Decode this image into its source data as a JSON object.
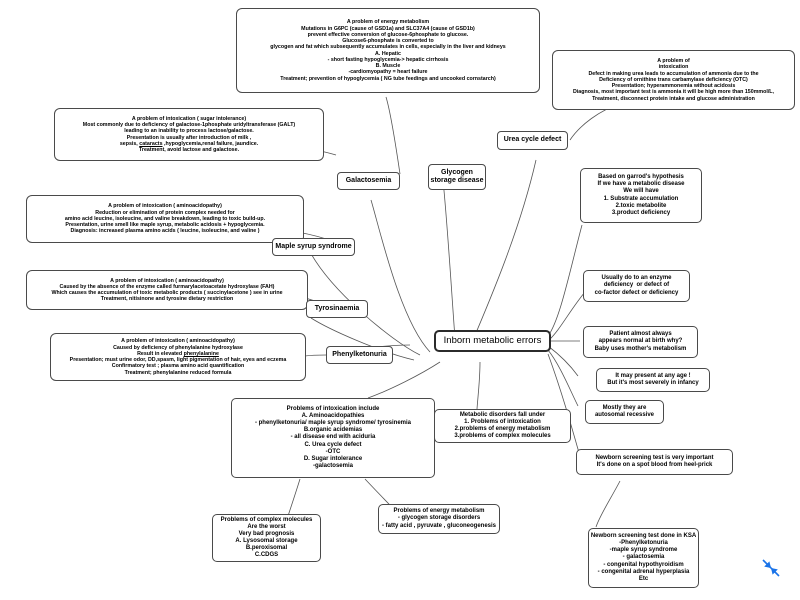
{
  "diagram": {
    "title": "Inborn metabolic errors",
    "center": {
      "label": "Inborn metabolic errors"
    },
    "topic_labels": {
      "glycogen": "Glycogen\nstorage disease",
      "urea": "Urea cycle defect",
      "galactosemia": "Galactosemia",
      "maple": "Maple syrup syndrome",
      "tyrosinaemia": "Tyrosinaemia",
      "phenylketonuria": "Phenylketonuria"
    },
    "details": {
      "glycogen_detail": "A problem of energy metabolism\nMutations in G6PC (cause of GSD1a) and SLC37A4 (cause of GSD1b)\nprevent effective conversion of glucose-6phosphate to glucose.\nGlucose6-phosphate is converted to\nglycogen and fat which subsequently accumulates in cells, especially in the liver and kidneys\nA. Hepatic\n- short fasting hypoglycemia-> hepatic cirrhosis\nB. Muscle\n-cardiomyopathy = heart failure\nTreatment; prevention of hypoglycemia ( NG tube feedings and uncooked cornstarch)",
      "urea_detail": "A problem of\nintoxication\nDefect in making urea leads to accumulation of ammonia due to the\nDeficiency of ornithine trans carbamylase deficiency (OTC)\nPresentation; hyperammonemia without acidosis\nDiagnosis, most important test is ammonia it will be high more than 150mmol/L,\nTreatment, disconnect protein intake and glucose administration",
      "galactosemia_detail_pre": "A problem of intoxication ( sugar intolerance)\nMost commonly due to deficiency of galactose-1phosphate uridyltransferase (GALT)\nleading to an inability to process lactose/galactose.\nPresentation is usually after introduction of milk ,\nsepsis, ",
      "galactosemia_detail_underline": "cataracts",
      "galactosemia_detail_post": " ,hypoglycemia,renal failure, jaundice.\nTreatment, avoid lactose and galactose.",
      "maple_detail": "A problem of intoxication ( aminoacidopathy)\nReduction or elimination of protein complex needed for\namino acid leucine, isoleucine, and valine breakdown, leading to toxic build-up.\nPresentation, urine smell like maple syrup, metabolic acidosis + hypoglycemia.\nDiagnosis: increased plasma amino acids ( leucine, isoleucine, and valine )",
      "tyrosinaemia_detail": "A problem of intoxication ( aminoacidopathy)\nCaused by the absence of the enzyme called furmarylacetoacetate hydroxylase (FAH)\nWhich causes the accumulation of toxic metabolic products ( succinylacetone ) see in urine\nTreatment, nitisinone and tyrosine dietary restriction",
      "pku_detail_pre": "A problem of intoxication ( aminoacidopathy)\nCaused by deficiency of phenylalanine hydroxylase\nResult in elevated ",
      "pku_detail_underline": "phenylalanine",
      "pku_detail_post": "\nPresentation; must urine odor, DD,spasm, light pigmentation of hair, eyes and eczema\nConfirmatory test ; plasma amino acid quantification\nTreatment; phenylalanine reduced formula"
    },
    "notes": {
      "garrod": "Based on garrod's hypothesis\nIf we have a metabolic disease\nWe will have\n1. Substrate accumulation\n2.toxic metabolite\n3.product deficiency",
      "enzyme": "Usually do to an enzyme\ndeficiency  or defect of\nco-factor defect or deficiency",
      "birth": "Patient almost always\nappears normal at birth why?\nBaby uses mother's metabolism",
      "age": "It may present at any age !\nBut it's most severely in infancy",
      "inheritance": "Mostly they are\nautosomal recessive",
      "screening": "Newborn screening test is very important\nIt's done on a spot blood from heel-prick",
      "screening_ksa": "Newborn screening test done in KSA\n-Phenylketonuria\n-maple syrup syndrome\n- galactosemia\n- congenital hypothyroidism\n- congenital adrenal hyperplasia\nEtc",
      "intoxication_list": "Problems of intoxication include\nA. Aminoacidopathies\n- phenylketonuria/ maple syrup syndrome/ tyrosinemia\nB.organic acidemias\n- all disease end with aciduria\nC. Urea cycle defect\n-OTC\nD. Sugar intolerance\n-galactosemia",
      "categories": "Metabolic disorders fall under\n1. Problems of intoxication\n2.problems of energy metabolism\n3.problems of complex molecules",
      "complex_molecules": "Problems of complex molecules\nAre the worst\nVery bad prognosis\nA. Lysosomal storage\nB.peroxisomal\nC.CDGS",
      "energy_metabolism": "Problems of energy metabolism\n- glycogen storage disorders\n- fatty acid , pyruvate , gluconeogenesis"
    },
    "icons": {
      "resize_handle": "resize-collapse-icon"
    },
    "colors": {
      "node_border": "#4a4a4a",
      "center_border": "#2b2b2b",
      "edge": "#555555",
      "accent": "#1a73e8",
      "background": "#ffffff"
    }
  }
}
